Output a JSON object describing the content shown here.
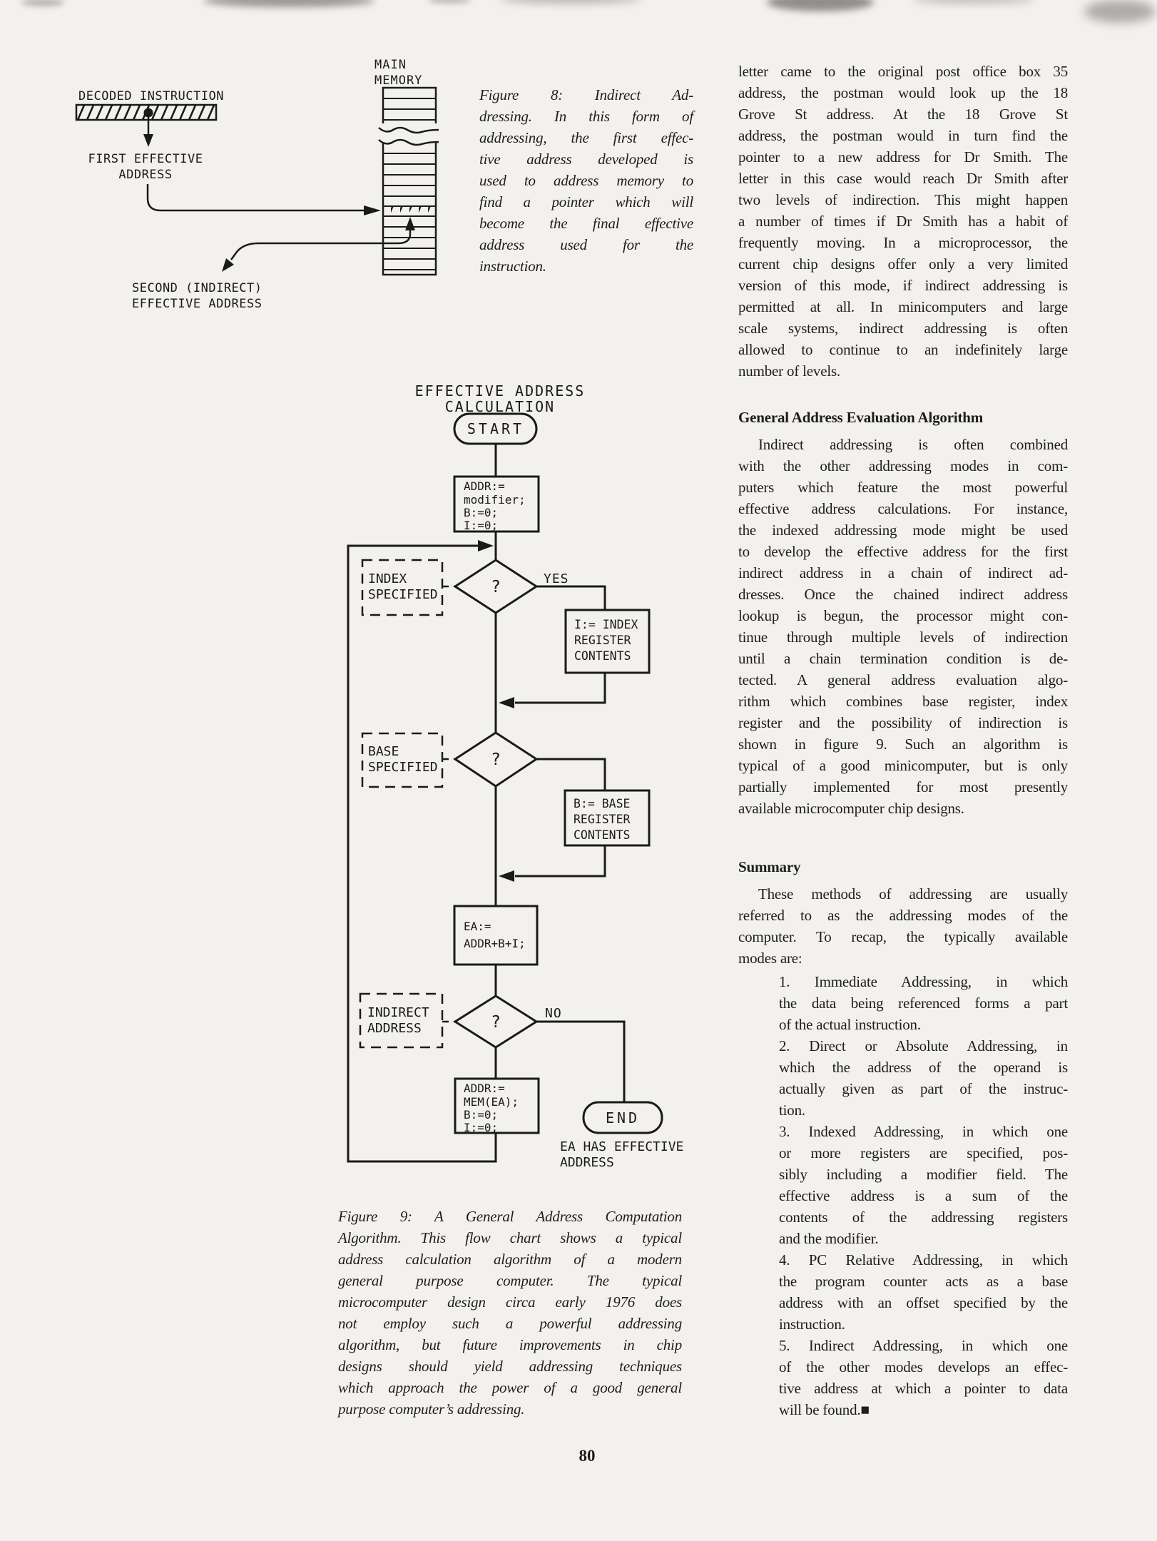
{
  "page": {
    "number": "80"
  },
  "figure8": {
    "diagram": {
      "decoded_instruction_label": "DECODED INSTRUCTION",
      "first_effective_address_lines": [
        "FIRST EFFECTIVE",
        "ADDRESS"
      ],
      "second_effective_address_lines": [
        "SECOND (INDIRECT)",
        "EFFECTIVE ADDRESS"
      ],
      "main_memory_lines": [
        "MAIN",
        "MEMORY"
      ]
    },
    "caption_lines": [
      "Figure 8: Indirect Ad-",
      "dressing. In this form of",
      "addressing, the first effec-",
      "tive address developed is",
      "used to address memory to",
      "find a pointer which will",
      "become the final effective",
      "address used for the",
      "instruction."
    ]
  },
  "flowchart": {
    "title_lines": [
      "EFFECTIVE ADDRESS",
      "CALCULATION"
    ],
    "start_label": "START",
    "end_label": "END",
    "init_box_lines": [
      "ADDR:=",
      "modifier;",
      "B:=0;",
      "I:=0;"
    ],
    "index_decision": {
      "condition_lines": [
        "INDEX",
        "SPECIFIED"
      ],
      "question": "?",
      "yes_label": "YES"
    },
    "index_box_lines": [
      "I:= INDEX",
      "REGISTER",
      "CONTENTS"
    ],
    "base_decision": {
      "condition_lines": [
        "BASE",
        "SPECIFIED"
      ],
      "question": "?"
    },
    "base_box_lines": [
      "B:= BASE",
      "REGISTER",
      "CONTENTS"
    ],
    "ea_box_lines": [
      "EA:=",
      "ADDR+B+I;"
    ],
    "indirect_decision": {
      "condition_lines": [
        "INDIRECT",
        "ADDRESS"
      ],
      "question": "?",
      "no_label": "NO"
    },
    "mem_box_lines": [
      "ADDR:=",
      "MEM(EA);",
      "B:=0;",
      "I:=0;"
    ],
    "end_note_lines": [
      "EA HAS EFFECTIVE",
      "ADDRESS"
    ]
  },
  "figure9": {
    "caption_lines": [
      "Figure 9: A General Address Computation",
      "Algorithm. This flow chart shows a typical",
      "address calculation algorithm of a modern",
      "general purpose computer. The typical",
      "microcomputer design circa early 1976 does",
      "not employ such a powerful addressing",
      "algorithm, but future improvements in chip",
      "designs should yield addressing techniques",
      "which approach the power of a good general",
      "purpose computer’s addressing."
    ]
  },
  "right_column": {
    "blocks": [
      {
        "type": "para",
        "indent": false,
        "lines": [
          "letter came to the original post office box 35",
          "address, the postman would look up the 18",
          "Grove St address. At the 18 Grove St",
          "address, the postman would in turn find the",
          "pointer to a new address for Dr Smith. The",
          "letter in this case would reach Dr Smith after",
          "two levels of indirection. This might happen",
          "a number of times if Dr Smith has a habit of",
          "frequently moving. In a microprocessor, the",
          "current chip designs offer only a very limited",
          "version of this mode, if indirect addressing is",
          "permitted at all. In minicomputers and large",
          "scale systems, indirect addressing is often",
          "allowed to continue to an indefinitely large",
          "number of levels."
        ]
      },
      {
        "type": "heading",
        "lines": [
          "General Address Evaluation Algorithm"
        ]
      },
      {
        "type": "para",
        "indent": true,
        "lines": [
          "Indirect addressing is often combined",
          "with the other addressing modes in com-",
          "puters which feature the most powerful",
          "effective address calculations. For instance,",
          "the indexed addressing mode might be used",
          "to develop the effective address for the first",
          "indirect address in a chain of indirect ad-",
          "dresses. Once the chained indirect address",
          "lookup is begun, the processor might con-",
          "tinue through multiple levels of indirection",
          "until a chain termination condition is de-",
          "tected. A general address evaluation algo-",
          "rithm which combines base register, index",
          "register and the possibility of indirection is",
          "shown in figure 9. Such an algorithm is",
          "typical of a good minicomputer, but is only",
          "partially implemented for most presently",
          "available microcomputer chip designs."
        ]
      },
      {
        "type": "heading",
        "lines": [
          "Summary"
        ]
      },
      {
        "type": "para",
        "indent": true,
        "lines": [
          "These methods of addressing are usually",
          "referred to as the addressing modes of the",
          "computer. To recap, the typically available",
          "modes are:"
        ]
      },
      {
        "type": "list-item",
        "lines": [
          "1. Immediate Addressing, in which",
          "the data being referenced forms a part",
          "of the actual instruction."
        ]
      },
      {
        "type": "list-item",
        "lines": [
          "2. Direct or Absolute Addressing, in",
          "which the address of the operand is",
          "actually given as part of the instruc-",
          "tion."
        ]
      },
      {
        "type": "list-item",
        "lines": [
          "3. Indexed Addressing, in which one",
          "or more registers are specified, pos-",
          "sibly including a modifier field. The",
          "effective address is a sum of the",
          "contents of the addressing registers",
          "and the modifier."
        ]
      },
      {
        "type": "list-item",
        "lines": [
          "4. PC Relative Addressing, in which",
          "the program counter acts as a base",
          "address with an offset specified by the",
          "instruction."
        ]
      },
      {
        "type": "list-item",
        "lines": [
          "5. Indirect Addressing, in which one",
          "of the other modes develops an effec-",
          "tive address at which a pointer to data",
          "will be found.■"
        ]
      }
    ]
  }
}
